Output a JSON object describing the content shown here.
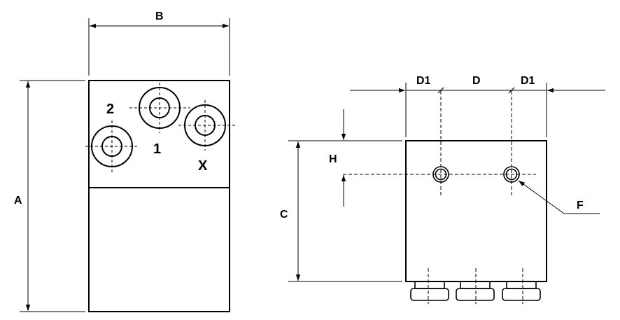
{
  "labels": {
    "dim_a": "A",
    "dim_b": "B",
    "dim_c": "C",
    "dim_d": "D",
    "dim_d1_left": "D1",
    "dim_d1_right": "D1",
    "dim_h": "H",
    "dim_f": "F"
  },
  "ports": {
    "port_1": "1",
    "port_2": "2",
    "port_x": "X"
  },
  "colors": {
    "line": "#000000",
    "background": "#ffffff"
  }
}
